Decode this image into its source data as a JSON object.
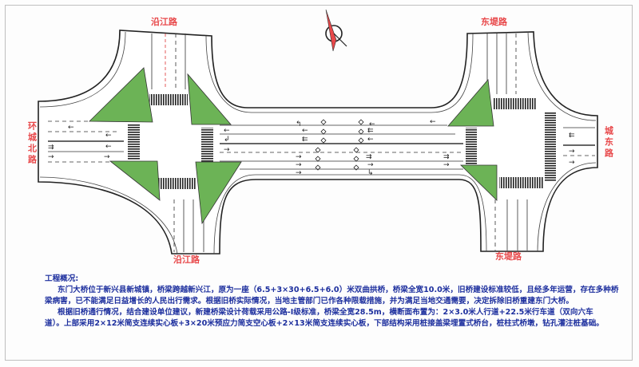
{
  "title": "东门大桥交叉口平面布置图",
  "road_labels": {
    "top_left": "沿江路",
    "top_right": "东堤路",
    "bottom_left": "沿江路",
    "bottom_right": "东堤路",
    "left": "环城北路",
    "right": "城东路"
  },
  "north_arrow": "north-arrow-icon",
  "colors": {
    "island": "#6cb356",
    "label": "#e8484a",
    "text": "#1d2f9e"
  },
  "description": {
    "heading": "工程概况:",
    "lines": [
      "东门大桥位于新兴县新城镇，桥梁跨越新兴江，原为一座（6.5+3×30+6.5+6.0）米双曲拱桥，桥梁全宽10.0米，旧桥建设标准较低，且经多年运营，存在多种桥",
      "梁病害，已不能满足日益增长的人民出行需求。根据旧桥实际情况，当地主管部门已作各种限载措施，并为满足当地交通需要，决定拆除旧桥重建东门大桥。",
      "根据旧桥通行情况，结合建设单位建议，新建桥梁设计荷载采用公路-Ⅰ级标准，桥梁全宽28.5m，横断面布置为：2×3.0米人行道+22.5米行车道（双向六车",
      "道）。上部采用2×12米简支连续实心板+3×20米预应力简支空心板+2×13米简支连续实心板，下部结构采用桩接盖梁埋置式桥台，桩柱式桥墩，钻孔灌注桩基础。"
    ]
  }
}
